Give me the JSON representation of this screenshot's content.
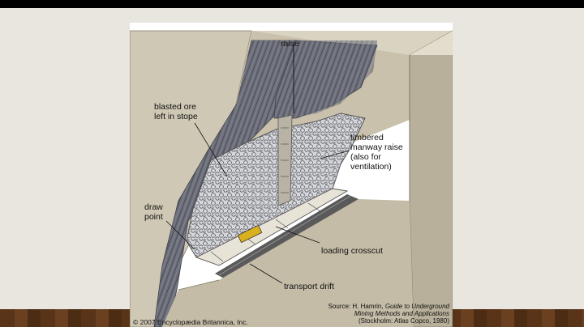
{
  "figure": {
    "labels": {
      "raise": "raise",
      "blasted_ore": [
        "blasted ore",
        "left in stope"
      ],
      "timbered": [
        "timbered",
        "manway raise",
        "(also for",
        "ventilation)"
      ],
      "draw_point": [
        "draw",
        "point"
      ],
      "loading_crosscut": "loading crosscut",
      "transport_drift": "transport drift"
    },
    "source": {
      "prefix": "Source: H. Hamrin, ",
      "title1": "Guide to Underground",
      "title2": "Mining Methods and Applications",
      "publisher": "(Stockholm: Atlas Copco, 1980)"
    },
    "copyright": "© 2007 Encyclopædia Britannica, Inc."
  },
  "colors": {
    "rock": "#cfc8b4",
    "rock_dark": "#a79f8a",
    "vein": "#6b6d78",
    "ore": "#cfd0d4",
    "slide_bg": "#e8e6df",
    "floor": "#5a3418"
  }
}
